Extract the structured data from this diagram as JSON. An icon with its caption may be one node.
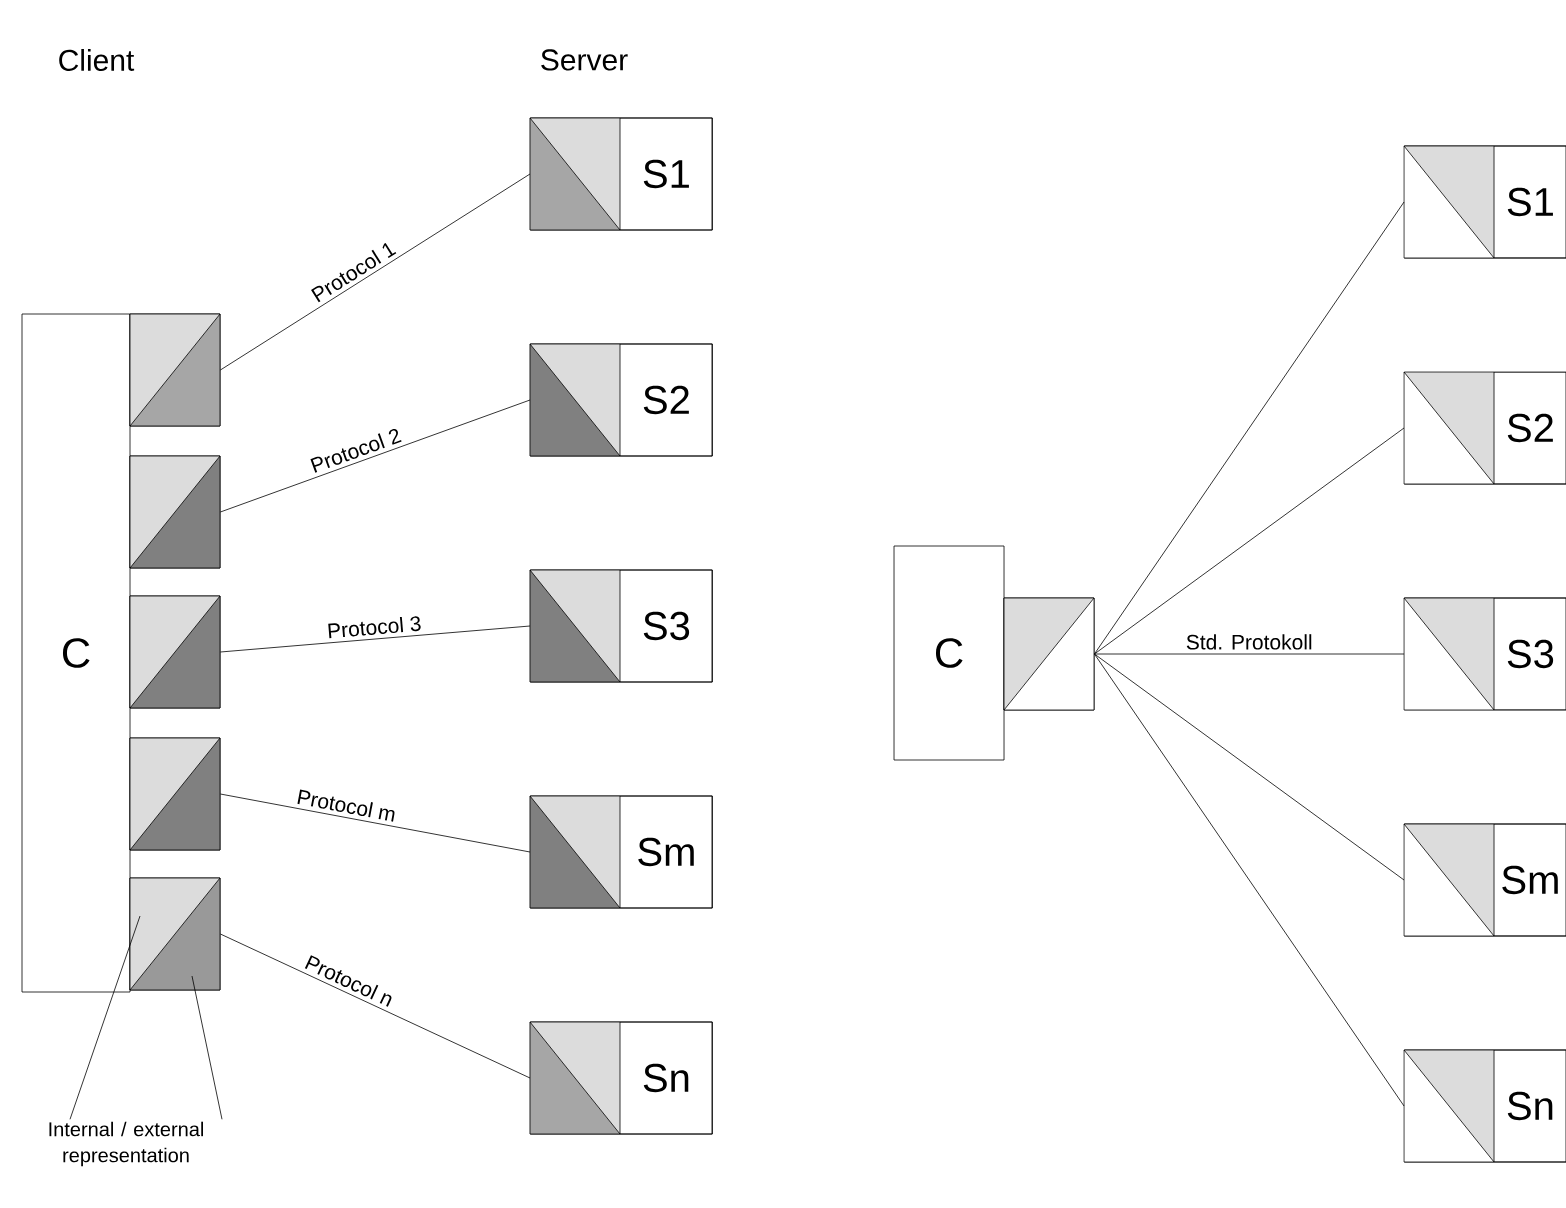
{
  "diagram": {
    "nodes": [
      {
        "text": [
          "C"
        ]
      },
      {
        "text": [],
        "shape": "box"
      },
      {
        "text": [],
        "shape": "box"
      },
      {
        "text": [],
        "shape": "box"
      },
      {
        "text": [],
        "shape": "box"
      },
      {
        "text": [],
        "shape": "box"
      },
      {
        "text": [
          "S1"
        ]
      },
      {
        "text": [
          "S2"
        ]
      },
      {
        "text": [
          "S3"
        ]
      },
      {
        "text": [
          "Sm"
        ]
      },
      {
        "text": [
          "Sn"
        ]
      },
      {
        "text": [
          "Internal / external representation"
        ]
      },
      {
        "text": [
          "C"
        ]
      },
      {
        "text": [],
        "shape": "box"
      },
      {
        "text": [
          "S1"
        ]
      },
      {
        "text": [
          "S2"
        ]
      },
      {
        "text": [
          "S3"
        ]
      },
      {
        "text": [
          "Sm"
        ]
      },
      {
        "text": [
          "Sn"
        ]
      }
    ],
    "edges": [
      {
        "from": 1,
        "to": 6,
        "arrow": "none",
        "label": "Protocol 1"
      },
      {
        "from": 2,
        "to": 7,
        "arrow": "none",
        "label": "Protocol 2"
      },
      {
        "from": 3,
        "to": 8,
        "arrow": "none",
        "label": "Protocol 3"
      },
      {
        "from": 4,
        "to": 9,
        "arrow": "none",
        "label": "Protocol m"
      },
      {
        "from": 5,
        "to": 10,
        "arrow": "none",
        "label": "Protocol n"
      },
      {
        "from": 11,
        "to": 5,
        "arrow": "none"
      },
      {
        "from": 11,
        "to": 5,
        "arrow": "none"
      },
      {
        "from": 13,
        "to": 14,
        "arrow": "none"
      },
      {
        "from": 13,
        "to": 15,
        "arrow": "none"
      },
      {
        "from": 13,
        "to": 16,
        "arrow": "none",
        "label": "Std. Protokoll"
      },
      {
        "from": 13,
        "to": 17,
        "arrow": "none"
      },
      {
        "from": 13,
        "to": 18,
        "arrow": "none"
      }
    ],
    "labels": [
      "Client",
      "Server"
    ]
  }
}
